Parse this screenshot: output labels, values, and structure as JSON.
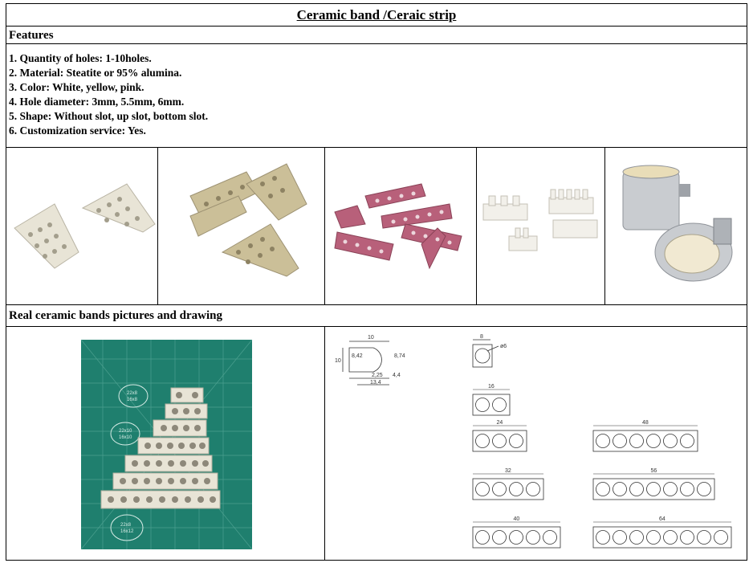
{
  "title": "Ceramic band /Ceraic strip",
  "features_header": "Features",
  "features": [
    "1. Quantity of holes: 1-10holes.",
    "2. Material: Steatite or 95% alumina.",
    "3. Color:  White, yellow, pink.",
    "4. Hole diameter: 3mm, 5.5mm, 6mm.",
    "5. Shape: Without slot, up slot, bottom slot.",
    "6. Customization service: Yes."
  ],
  "real_header": "Real ceramic bands pictures and drawing",
  "drawing": {
    "profile": {
      "width": "10",
      "height": "10",
      "inner_left": "8,42",
      "inner_right": "8,74",
      "bottom_a": "2,25",
      "bottom_b": "13,4",
      "side": "4,4"
    },
    "single": {
      "width": "8",
      "hole": "ø6"
    },
    "strips": [
      {
        "length": "16",
        "holes": 2
      },
      {
        "length": "24",
        "holes": 3
      },
      {
        "length": "32",
        "holes": 4
      },
      {
        "length": "40",
        "holes": 5
      },
      {
        "length": "48",
        "holes": 6
      },
      {
        "length": "56",
        "holes": 7
      },
      {
        "length": "64",
        "holes": 8
      }
    ]
  },
  "mat_labels": [
    "22x8",
    "16x8",
    "22x10",
    "16x10",
    "22x8",
    "16x12"
  ],
  "colors": {
    "ivory": "#e8e4d6",
    "beige": "#cbbf98",
    "pink": "#b8607a",
    "white": "#f2f0ea",
    "mat": "#1f7f6e",
    "metal": "#c9ccd0"
  }
}
